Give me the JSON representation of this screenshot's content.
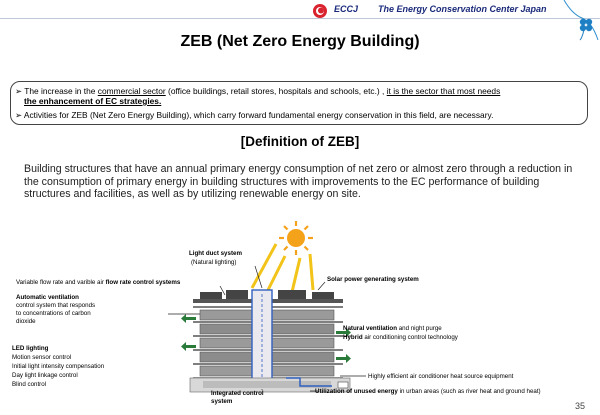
{
  "header": {
    "logo_text": "ECCJ",
    "org_name": "The Energy Conservation Center Japan"
  },
  "title": "ZEB (Net Zero Energy Building)",
  "bullets": {
    "b1_plain": "The increase in the ",
    "b1_u1": "commercial sector",
    "b1_mid": " (office buildings, retail stores, hospitals and schools, etc.) , ",
    "b1_u2": "it is the sector that most needs",
    "b1_line2": "the enhancement of EC strategies.",
    "b2": "Activities for ZEB (Net Zero Energy Building), which carry forward fundamental energy conservation in this field, are necessary."
  },
  "definition_heading": "[Definition of ZEB]",
  "definition_text": "Building structures that have an annual primary energy consumption of net zero or almost zero through a reduction in the consumption of primary energy in building structures with improvements to the EC performance of building structures and facilities, as well as by utilizing renewable energy on site.",
  "diagram": {
    "light_duct_title": "Light duct system",
    "light_duct_sub": "(Natural lighting)",
    "variable_flow_plain": "Variable flow rate and varible air ",
    "variable_flow_bold": "flow rate control systems",
    "solar": "Solar power generating system",
    "auto_vent_title": "Automatic ventilation",
    "auto_vent_l1": "control system that responds",
    "auto_vent_l2": "to concentrations of carbon",
    "auto_vent_l3": "dioxide",
    "nat_vent_bold": "Natural ventilation",
    "nat_vent_plain": " and night purge",
    "hybrid_bold": "Hybrid",
    "hybrid_plain": " air conditioning control technology",
    "led_title": "LED lighting",
    "led_l1": "Motion sensor control",
    "led_l2": "Initial light intensity compensation",
    "led_l3": "Day light linkage control",
    "led_l4": "Blind control",
    "heat_source": "Highly efficient air conditioner heat source equipment",
    "integrated_l1": "Integrated control",
    "integrated_l2": "system",
    "unused_bold": "Utilization of unused energy",
    "unused_plain": " in urban areas (such as river heat and ground heat)"
  },
  "page_number": "35",
  "colors": {
    "header_text": "#1a2a7a",
    "sun": "#f5a21b",
    "light_beam": "#f2c318",
    "building_floor": "#8c8c8c",
    "duct_blue": "#3060c0"
  }
}
